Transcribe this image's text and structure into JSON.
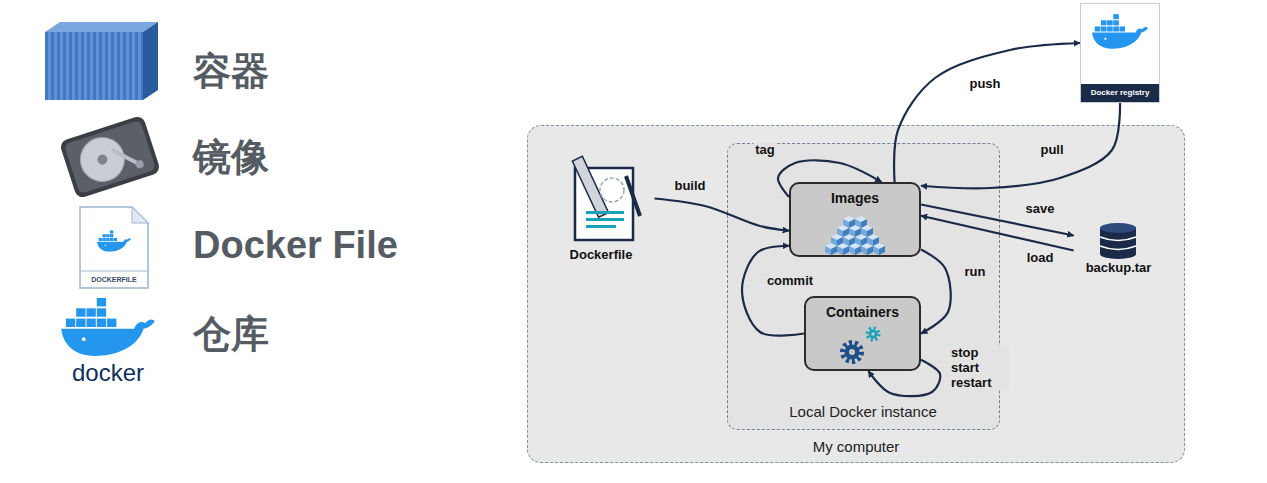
{
  "diagram": {
    "nodes": [
      {
        "text": [
          "My computer"
        ]
      },
      {
        "text": [
          "Local Docker instance"
        ],
        "in": 0
      },
      {
        "text": [
          "Images"
        ],
        "in": 1
      },
      {
        "text": [
          "Containers"
        ],
        "in": 1
      },
      {
        "text": [
          "Dockerfile"
        ],
        "in": 0
      },
      {
        "text": [
          "backup.tar"
        ],
        "in": 0
      },
      {
        "text": [
          "Docker registry"
        ]
      }
    ],
    "edges": [
      {
        "from": 4,
        "to": 2,
        "label": "build",
        "arrow": "to"
      },
      {
        "from": 2,
        "to": 2,
        "label": "tag",
        "arrow": "to"
      },
      {
        "from": 2,
        "to": 6,
        "label": "push",
        "arrow": "to"
      },
      {
        "from": 6,
        "to": 2,
        "label": "pull",
        "arrow": "to"
      },
      {
        "from": 2,
        "to": 5,
        "label": "save",
        "arrow": "to"
      },
      {
        "from": 5,
        "to": 2,
        "label": "load",
        "arrow": "to"
      },
      {
        "from": 2,
        "to": 3,
        "label": "run",
        "arrow": "to"
      },
      {
        "from": 3,
        "to": 2,
        "label": "commit",
        "arrow": "to"
      },
      {
        "from": 3,
        "to": 3,
        "label": "stop start restart",
        "arrow": "to"
      }
    ],
    "labels": [
      "容器",
      "镜像",
      "Docker File",
      "仓库",
      "DOCKERFILE",
      "docker"
    ]
  }
}
